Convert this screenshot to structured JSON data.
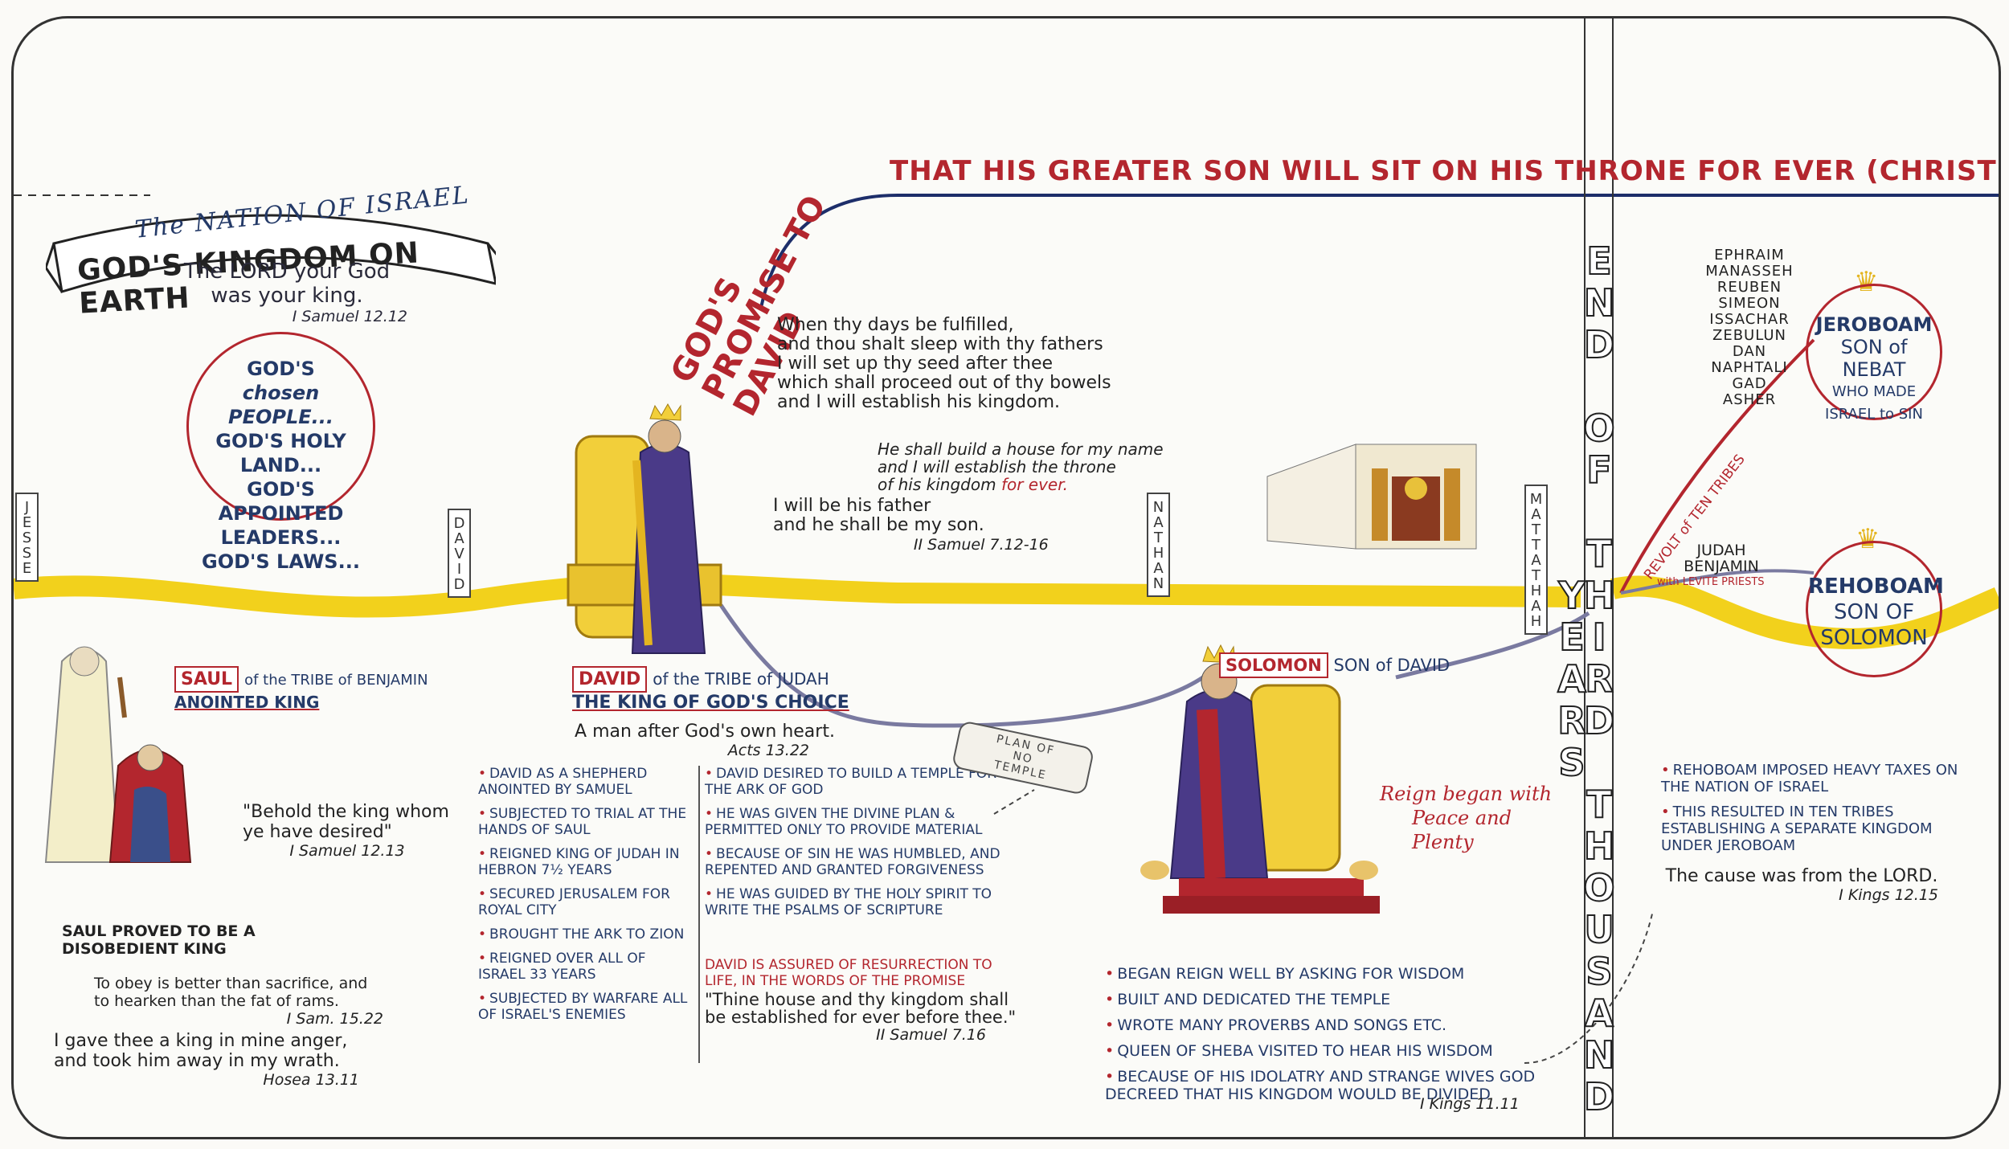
{
  "title_banner": {
    "line1": "The NATION OF ISRAEL",
    "line2": "GOD'S KINGDOM ON EARTH"
  },
  "intro_quote": {
    "text": "The LORD your God was your king.",
    "ref": "I Samuel 12.12"
  },
  "circle_left": {
    "lines": [
      "GOD'S",
      "chosen PEOPLE...",
      "GOD'S HOLY LAND...",
      "GOD'S APPOINTED LEADERS...",
      "GOD'S LAWS..."
    ]
  },
  "promise": {
    "heading": "GOD'S PROMISE TO DAVID",
    "banner": "THAT HIS GREATER SON WILL SIT ON HIS THRONE FOR EVER (CHRIST)",
    "verse1": [
      "When thy days be fulfilled,",
      "and thou shalt sleep with thy fathers",
      "I will set up thy seed after thee",
      "which shall proceed out of thy bowels",
      "and I will establish his kingdom."
    ],
    "verse2": [
      "He shall build a house for my name",
      "and I will establish the throne",
      "of his kingdom"
    ],
    "verse2_emph": "for ever.",
    "verse3": [
      "I will be his father",
      "and he shall be my son."
    ],
    "ref": "II Samuel 7.12-16"
  },
  "timeline_names": [
    "JESSE",
    "DAVID",
    "NATHAN",
    "MATTATHAH"
  ],
  "end_label": "END OF THIRD THOUSAND YEARS",
  "saul": {
    "name": "SAUL",
    "tribe": "of the TRIBE of BENJAMIN",
    "role": "ANOINTED KING",
    "quote": "\"Behold the king whom ye have desired\"",
    "quote_ref": "I Samuel 12.13",
    "fail": "SAUL PROVED TO BE A DISOBEDIENT KING",
    "obey": "To obey is better than sacrifice, and to hearken than the fat of rams.",
    "obey_ref": "I Sam. 15.22",
    "anger": "I gave thee a king in mine anger, and took him away in my wrath.",
    "anger_ref": "Hosea 13.11"
  },
  "david": {
    "name": "DAVID",
    "tribe": "of the TRIBE of JUDAH",
    "role": "THE KING OF GOD'S CHOICE",
    "heart": "A man after God's own heart.",
    "heart_ref": "Acts 13.22",
    "facts_left": [
      "DAVID AS A SHEPHERD ANOINTED BY SAMUEL",
      "SUBJECTED TO TRIAL AT THE HANDS OF SAUL",
      "REIGNED KING OF JUDAH IN HEBRON 7½ YEARS",
      "SECURED JERUSALEM FOR ROYAL CITY",
      "BROUGHT THE ARK TO ZION",
      "REIGNED OVER ALL OF ISRAEL 33 YEARS",
      "SUBJECTED BY WARFARE ALL OF ISRAEL'S ENEMIES"
    ],
    "facts_right": [
      "DAVID DESIRED TO BUILD A TEMPLE FOR THE ARK OF GOD",
      "HE WAS GIVEN THE DIVINE PLAN & PERMITTED ONLY TO PROVIDE MATERIAL",
      "BECAUSE OF SIN HE WAS HUMBLED, AND REPENTED AND GRANTED FORGIVENESS",
      "HE WAS GUIDED BY THE HOLY SPIRIT TO WRITE THE PSALMS OF SCRIPTURE"
    ],
    "assured": "DAVID IS ASSURED OF RESURRECTION TO LIFE, IN THE WORDS OF THE PROMISE",
    "house_quote": "\"Thine house and thy kingdom shall be established for ever before thee.\"",
    "house_ref": "II Samuel 7.16"
  },
  "scroll": {
    "line1": "PLAN OF",
    "line2": "NO",
    "line3": "TEMPLE"
  },
  "solomon": {
    "name": "SOLOMON",
    "son": "SON of DAVID",
    "reign": [
      "Reign began with",
      "Peace and",
      "Plenty"
    ],
    "facts": [
      "BEGAN REIGN WELL BY ASKING FOR WISDOM",
      "BUILT AND DEDICATED THE TEMPLE",
      "WROTE MANY PROVERBS AND SONGS ETC.",
      "QUEEN OF SHEBA VISITED TO HEAR HIS WISDOM",
      "BECAUSE OF HIS IDOLATRY AND STRANGE WIVES GOD DECREED THAT HIS KINGDOM WOULD BE DIVIDED"
    ],
    "ref": "I Kings 11.11"
  },
  "jeroboam": {
    "tribes": [
      "EPHRAIM",
      "MANASSEH",
      "REUBEN",
      "SIMEON",
      "ISSACHAR",
      "ZEBULUN",
      "DAN",
      "NAPHTALI",
      "GAD",
      "ASHER"
    ],
    "circle": [
      "JEROBOAM",
      "SON of NEBAT",
      "WHO MADE",
      "ISRAEL to SIN"
    ],
    "revolt": "REVOLT of TEN TRIBES"
  },
  "rehoboam": {
    "tribes": [
      "JUDAH",
      "BENJAMIN"
    ],
    "with_priests": "with LEVITE PRIESTS",
    "circle": [
      "REHOBOAM",
      "SON OF",
      "SOLOMON"
    ],
    "facts": [
      "REHOBOAM IMPOSED HEAVY TAXES ON THE NATION OF ISRAEL",
      "THIS RESULTED IN TEN TRIBES ESTABLISHING A SEPARATE KINGDOM UNDER JEROBOAM"
    ],
    "cause": "The cause was from the LORD.",
    "cause_ref": "I Kings 12.15"
  },
  "colors": {
    "gold": "#f2d11c",
    "red": "#b3262e",
    "navy": "#243a68",
    "purple": "#4a3a88"
  }
}
